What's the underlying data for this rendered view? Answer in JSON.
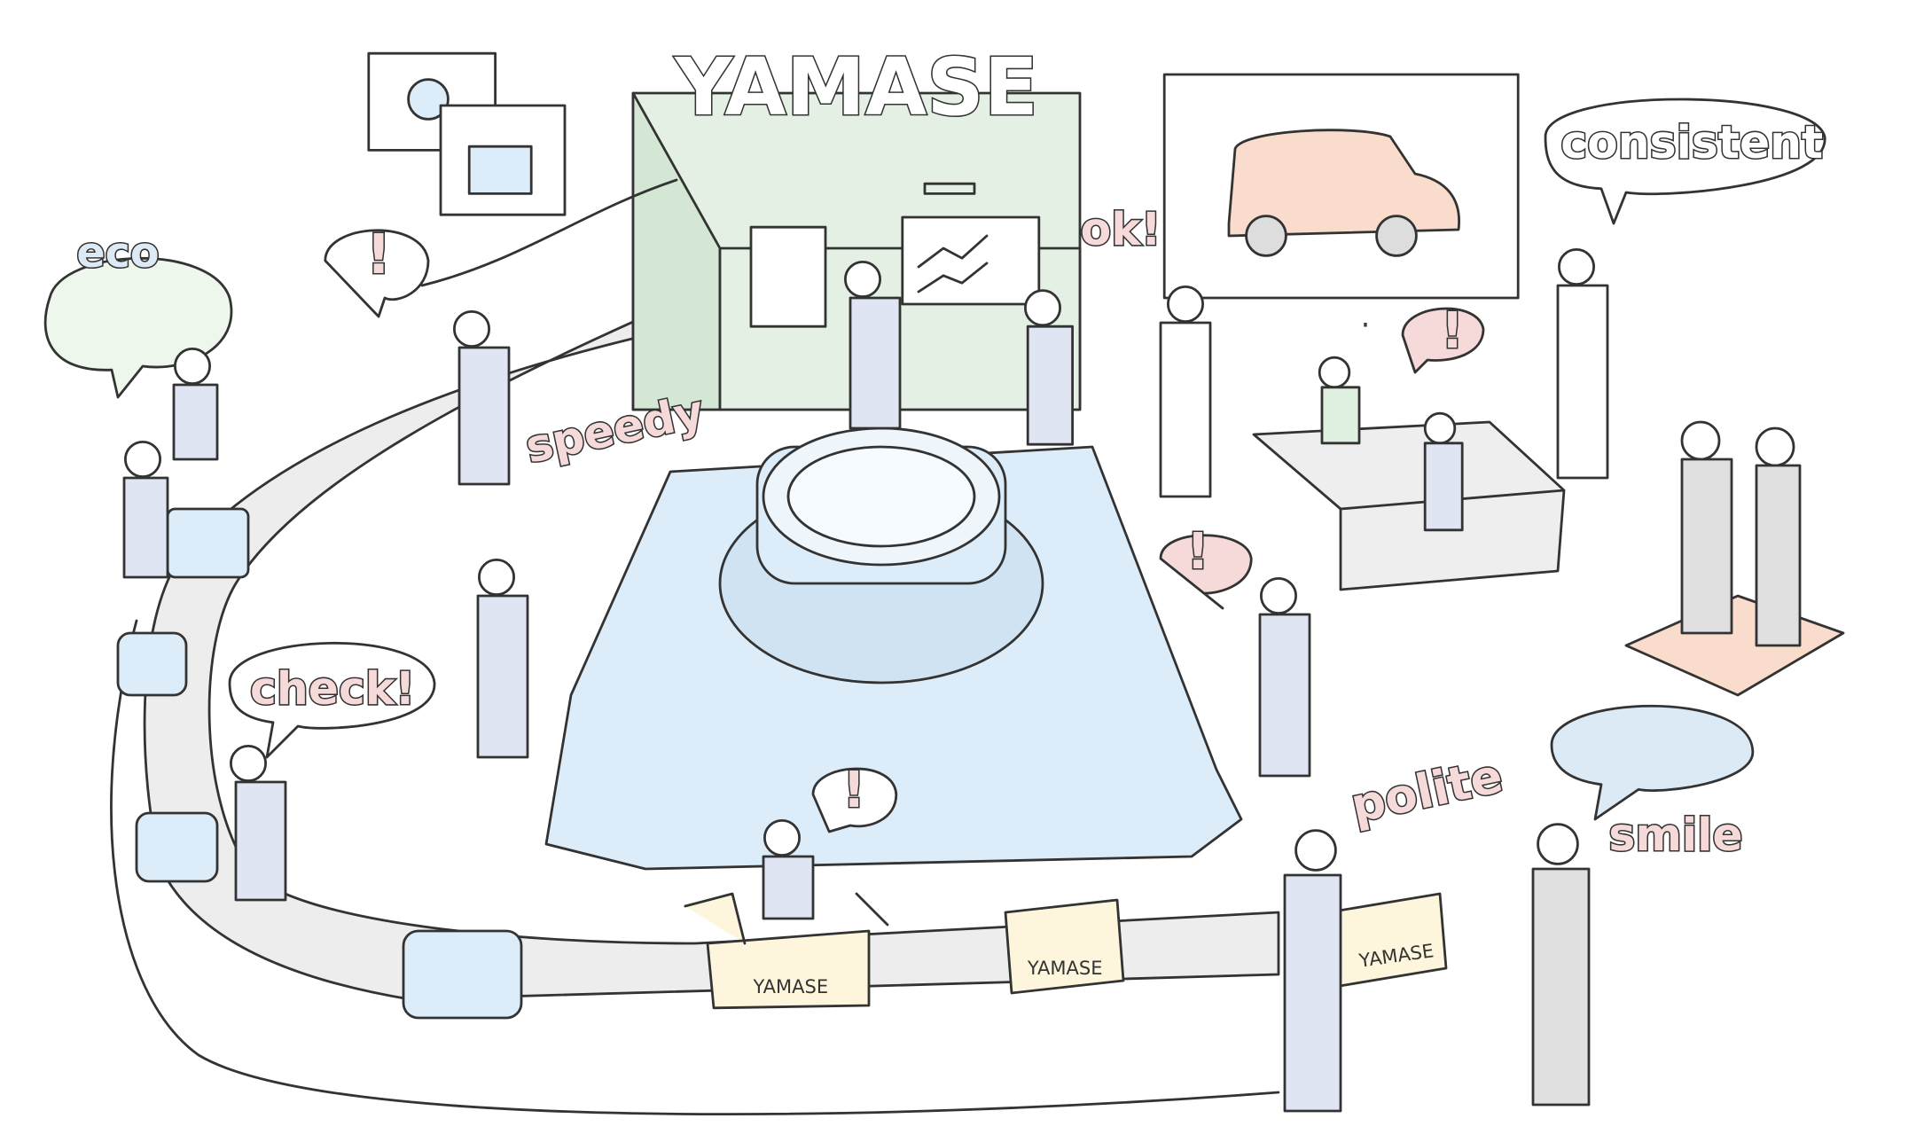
{
  "title": "YAMASE",
  "keywords": {
    "eco": "eco",
    "speedy": "speedy",
    "ok": "ok!",
    "consistent": "consistent",
    "check": "check!",
    "polite": "polite",
    "smile": "smile"
  },
  "alerts": [
    "!",
    "!",
    "!",
    "!",
    "!"
  ],
  "box_labels": [
    "YAMASE",
    "YAMASE",
    "YAMASE"
  ],
  "colors": {
    "word_pink": "#f6d9d9",
    "word_blue": "#dbeaf5",
    "machine_green": "#e3f0e3",
    "product_blue": "#dcecf8",
    "belt_gray": "#ededed",
    "box_yellow": "#fdf6dc",
    "car_peach": "#f9dccb",
    "worker_blue": "#dfe5f3",
    "suit_gray": "#e0e0e0"
  }
}
